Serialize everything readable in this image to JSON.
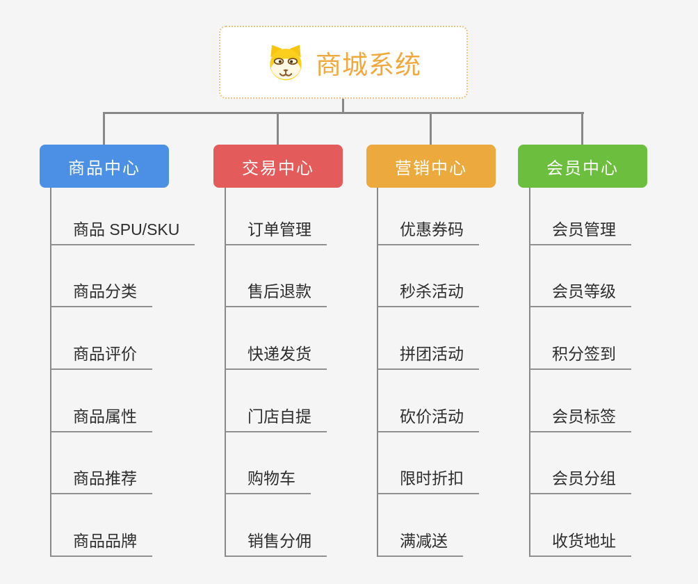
{
  "title": "商城系统思维导图",
  "root": {
    "label": "商城系统",
    "icon": "shiba-dog-icon",
    "text_color": "#F0A93F",
    "border_color": "#F0C27F"
  },
  "branches": [
    {
      "label": "商品中心",
      "color": "#4B90E4",
      "children": [
        "商品 SPU/SKU",
        "商品分类",
        "商品评价",
        "商品属性",
        "商品推荐",
        "商品品牌"
      ]
    },
    {
      "label": "交易中心",
      "color": "#E45B5B",
      "children": [
        "订单管理",
        "售后退款",
        "快递发货",
        "门店自提",
        "购物车",
        "销售分佣"
      ]
    },
    {
      "label": "营销中心",
      "color": "#ECAA3E",
      "children": [
        "优惠券码",
        "秒杀活动",
        "拼团活动",
        "砍价活动",
        "限时折扣",
        "满减送"
      ]
    },
    {
      "label": "会员中心",
      "color": "#6CBE3E",
      "children": [
        "会员管理",
        "会员等级",
        "积分签到",
        "会员标签",
        "会员分组",
        "收货地址"
      ]
    }
  ],
  "colors": {
    "background": "#F5F5F6",
    "connector_gray": "#888888",
    "underline_gray": "#8F8F8F",
    "leaf_text": "#2D2D2D"
  }
}
